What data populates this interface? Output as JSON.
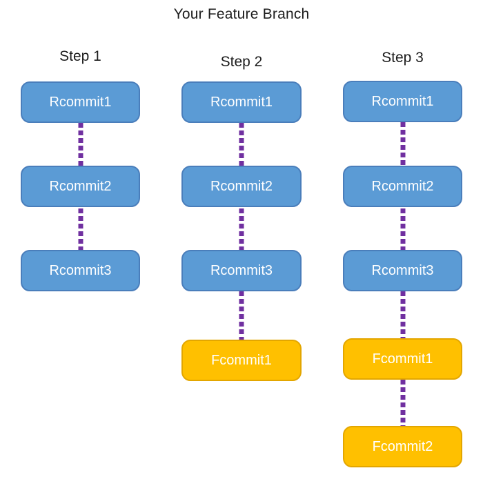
{
  "title": "Your Feature Branch",
  "colors": {
    "release_commit_fill": "#5B9BD5",
    "release_commit_border": "#4A7EBB",
    "feature_commit_fill": "#FFC000",
    "feature_commit_border": "#E3A600",
    "connector_purple": "#7030A0",
    "commit_label_text": "#FFFFFF",
    "heading_text": "#1C1C1C"
  },
  "diagram": {
    "columns": [
      {
        "step_label": "Step 1",
        "commits": [
          {
            "label": "Rcommit1",
            "color": "blue"
          },
          {
            "label": "Rcommit2",
            "color": "blue"
          },
          {
            "label": "Rcommit3",
            "color": "blue"
          }
        ]
      },
      {
        "step_label": "Step 2",
        "commits": [
          {
            "label": "Rcommit1",
            "color": "blue"
          },
          {
            "label": "Rcommit2",
            "color": "blue"
          },
          {
            "label": "Rcommit3",
            "color": "blue"
          },
          {
            "label": "Fcommit1",
            "color": "orange"
          }
        ]
      },
      {
        "step_label": "Step 3",
        "commits": [
          {
            "label": "Rcommit1",
            "color": "blue"
          },
          {
            "label": "Rcommit2",
            "color": "blue"
          },
          {
            "label": "Rcommit3",
            "color": "blue"
          },
          {
            "label": "Fcommit1",
            "color": "orange"
          },
          {
            "label": "Fcommit2",
            "color": "orange"
          }
        ]
      }
    ]
  }
}
